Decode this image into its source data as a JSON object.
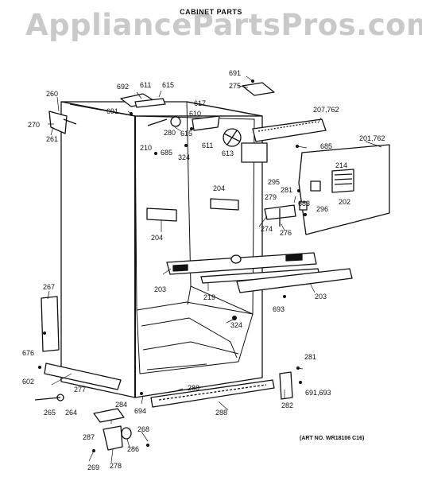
{
  "watermark": "AppliancePartsPros.com",
  "title": "CABINET PARTS",
  "art_no": "(ART NO. WR18106 C16)",
  "labels": {
    "l691a": "691",
    "l275": "275",
    "l692": "692",
    "l611a": "611",
    "l615a": "615",
    "l691b": "691",
    "l617": "617",
    "l610": "610",
    "l615b": "615",
    "l207": "207,762",
    "l260": "260",
    "l270": "270",
    "l261": "261",
    "l280": "280",
    "l210": "210",
    "l685a": "685",
    "l324a": "324",
    "l611b": "611",
    "l613": "613",
    "l685b": "685",
    "l201": "201,762",
    "l214": "214",
    "l295": "295",
    "l281a": "281",
    "l279": "279",
    "l683": "683",
    "l296": "296",
    "l202": "202",
    "l204a": "204",
    "l204b": "204",
    "l274": "274",
    "l276": "276",
    "l203a": "203",
    "l219": "219",
    "l203b": "203",
    "l693": "693",
    "l324b": "324",
    "l267": "267",
    "l676": "676",
    "l602": "602",
    "l277": "277",
    "l281b": "281",
    "l691c": "691,693",
    "l282": "282",
    "l288a": "288",
    "l284": "284",
    "l694": "694",
    "l288b": "288",
    "l265": "265",
    "l264": "264",
    "l268": "268",
    "l287": "287",
    "l286": "286",
    "l269": "269",
    "l278": "278"
  }
}
